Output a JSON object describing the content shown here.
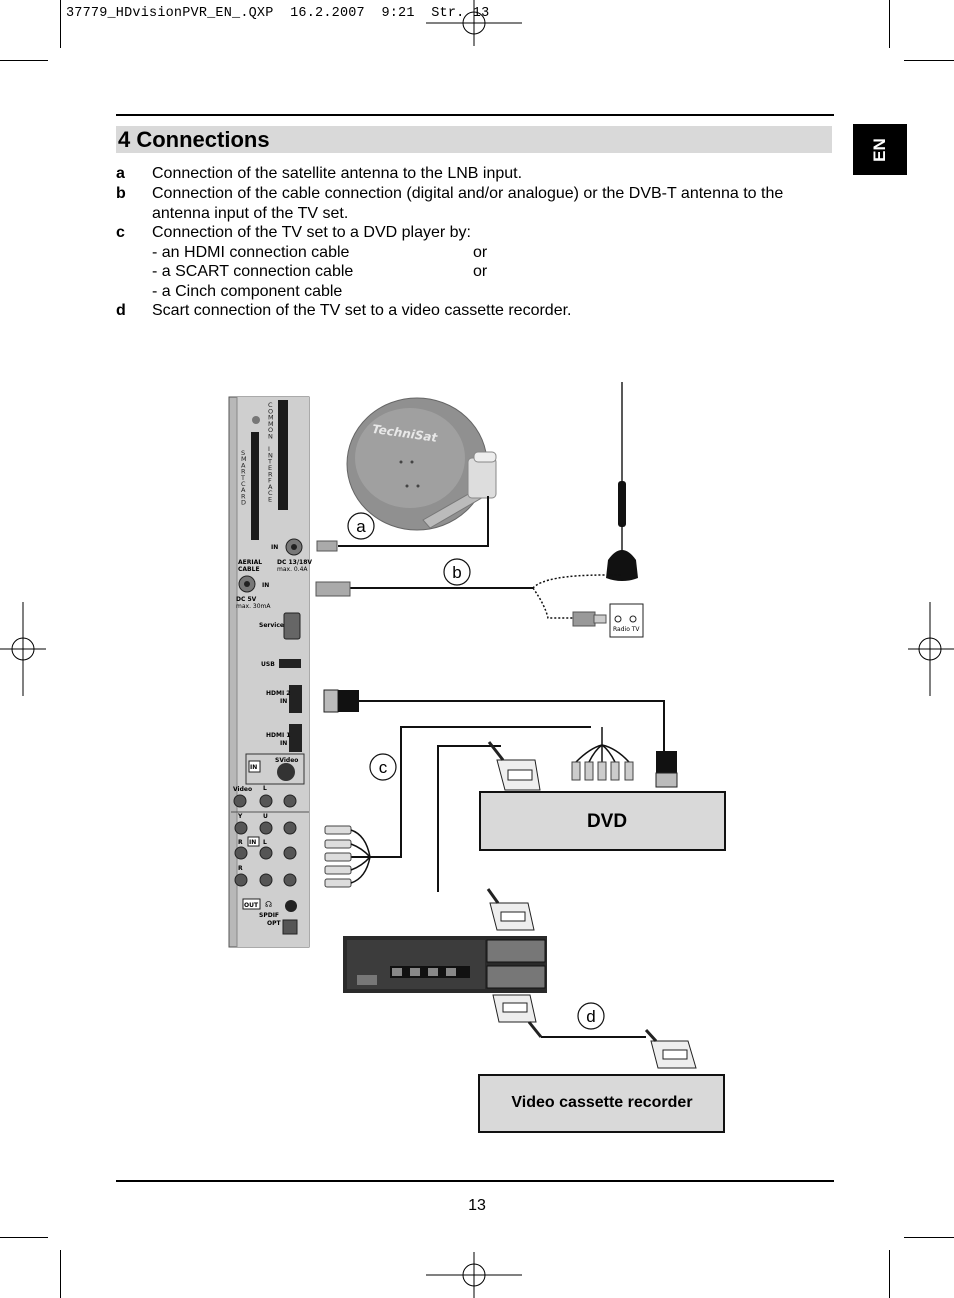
{
  "file_header": "37779_HDvisionPVR_EN_.QXP  16.2.2007  9:21  Str. 13",
  "language_tab": "EN",
  "section_title": "4 Connections",
  "items": [
    {
      "letter": "a",
      "lines": [
        "Connection of the satellite antenna to the LNB input."
      ]
    },
    {
      "letter": "b",
      "lines": [
        "Connection of the cable connection (digital and/or analogue) or the DVB-T antenna to the",
        "antenna input of the TV set."
      ]
    },
    {
      "letter": "c",
      "lines": [
        "Connection of the TV set to a DVD player by:"
      ],
      "sub_items": [
        {
          "text": "- an HDMI connection cable",
          "suffix": "or"
        },
        {
          "text": "- a SCART connection cable",
          "suffix": "or"
        },
        {
          "text": "- a Cinch component cable",
          "suffix": ""
        }
      ]
    },
    {
      "letter": "d",
      "lines": [
        "Scart connection of the TV set to a video cassette recorder."
      ]
    }
  ],
  "diagram": {
    "callouts": [
      "a",
      "b",
      "c",
      "d"
    ],
    "dvd_label": "DVD",
    "vcr_label": "Video cassette recorder",
    "radio_tv_label": "Radio TV",
    "dish_brand": "TechniSat",
    "panel": {
      "common_interface": "COMMON INTERFACE",
      "smart_card": "SMARTCARD",
      "in": "IN",
      "dc_lnb": "DC 13/18V",
      "dc_lnb_max": "max. 0.4A",
      "aerial": "AERIAL",
      "cable": "CABLE",
      "dc_aerial": "DC 5V",
      "dc_aerial_max": "max. 30mA",
      "service": "Service",
      "usb": "USB",
      "hdmi2": "HDMI 2",
      "hdmi1": "HDMI 1",
      "svideo": "SVideo",
      "video": "Video",
      "l": "L",
      "y": "Y",
      "u": "U",
      "r": "R",
      "out": "OUT",
      "spdif": "SPDIF",
      "opt": "OPT"
    }
  },
  "page_number": "13"
}
